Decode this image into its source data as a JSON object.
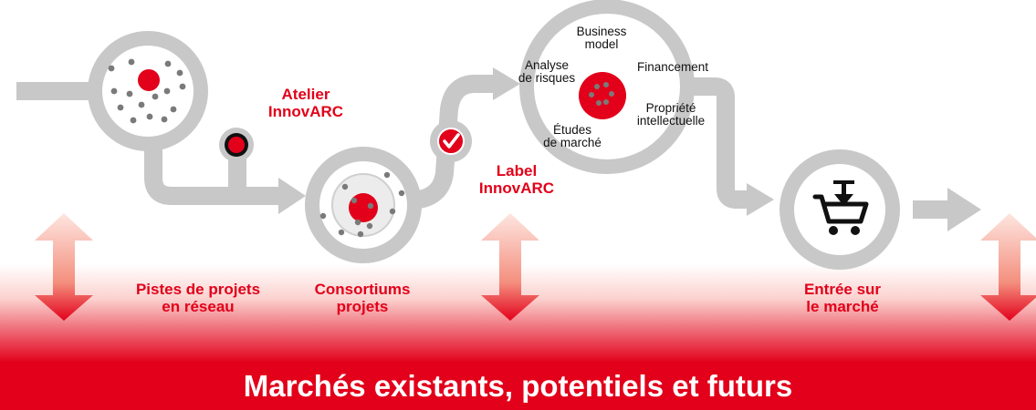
{
  "colors": {
    "brand_red": "#e2001a",
    "pipe_gray": "#c8c8c8",
    "dot_gray": "#7a7a7a",
    "text_black": "#111111",
    "banner_text": "#ffffff"
  },
  "stages": {
    "stage1_label": "Pistes de projets\nen réseau",
    "stage2_label": "Consortiums\nprojets",
    "stage3_label": "Entrée sur\nle marché"
  },
  "milestones": {
    "atelier": "Atelier\nInnovARC",
    "label": "Label\nInnovARC"
  },
  "services": {
    "business_model": "Business\nmodel",
    "analyse_risques": "Analyse\nde risques",
    "financement": "Financement",
    "propriete_intellectuelle": "Propriété\nintellectuelle",
    "etudes_marche": "Études\nde marché"
  },
  "banner": {
    "text": "Marchés existants, potentiels et futurs"
  },
  "icons": {
    "milestone_atelier": "circle-milestone-icon",
    "milestone_label": "checkmark-icon",
    "market_entry": "shopping-cart-download-icon",
    "market_link": "double-arrow-vertical-icon"
  }
}
